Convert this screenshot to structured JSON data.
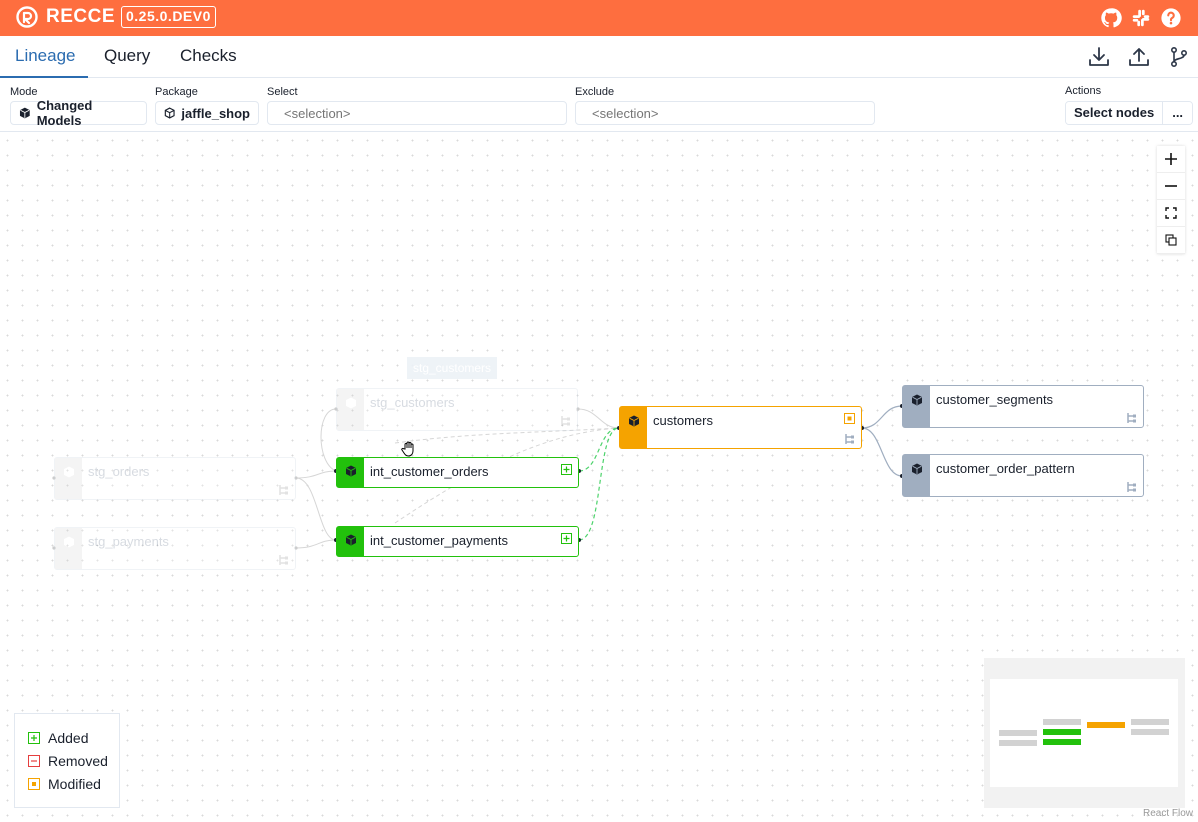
{
  "app": {
    "brand": "RECCE",
    "version": "0.25.0.DEV0",
    "accent_color": "#fe6e3f",
    "top_icons": [
      "github-icon",
      "slack-icon",
      "help-icon"
    ]
  },
  "tabs": {
    "items": [
      "Lineage",
      "Query",
      "Checks"
    ],
    "active": "Lineage",
    "right_icons": [
      "download-icon",
      "upload-icon",
      "branch-icon"
    ]
  },
  "filters": {
    "mode_label": "Mode",
    "mode_value": "Changed Models",
    "package_label": "Package",
    "package_value": "jaffle_shop",
    "select_label": "Select",
    "select_placeholder": "<selection>",
    "exclude_label": "Exclude",
    "exclude_placeholder": "<selection>",
    "actions_label": "Actions",
    "actions_button": "Select nodes",
    "actions_more": "..."
  },
  "graph": {
    "tooltip": "stg_customers",
    "nodes": {
      "stg_customers": "stg_customers",
      "stg_orders": "stg_orders",
      "stg_payments": "stg_payments",
      "int_customer_orders": "int_customer_orders",
      "int_customer_payments": "int_customer_payments",
      "customers": "customers",
      "customer_segments": "customer_segments",
      "customer_order_pattern": "customer_order_pattern"
    },
    "status_colors": {
      "added": "#22c10c",
      "removed": "#e53e3e",
      "modified": "#f5a300",
      "unchanged": "#a0aec0"
    }
  },
  "legend": {
    "added": "Added",
    "removed": "Removed",
    "modified": "Modified"
  },
  "attribution": "React Flow"
}
